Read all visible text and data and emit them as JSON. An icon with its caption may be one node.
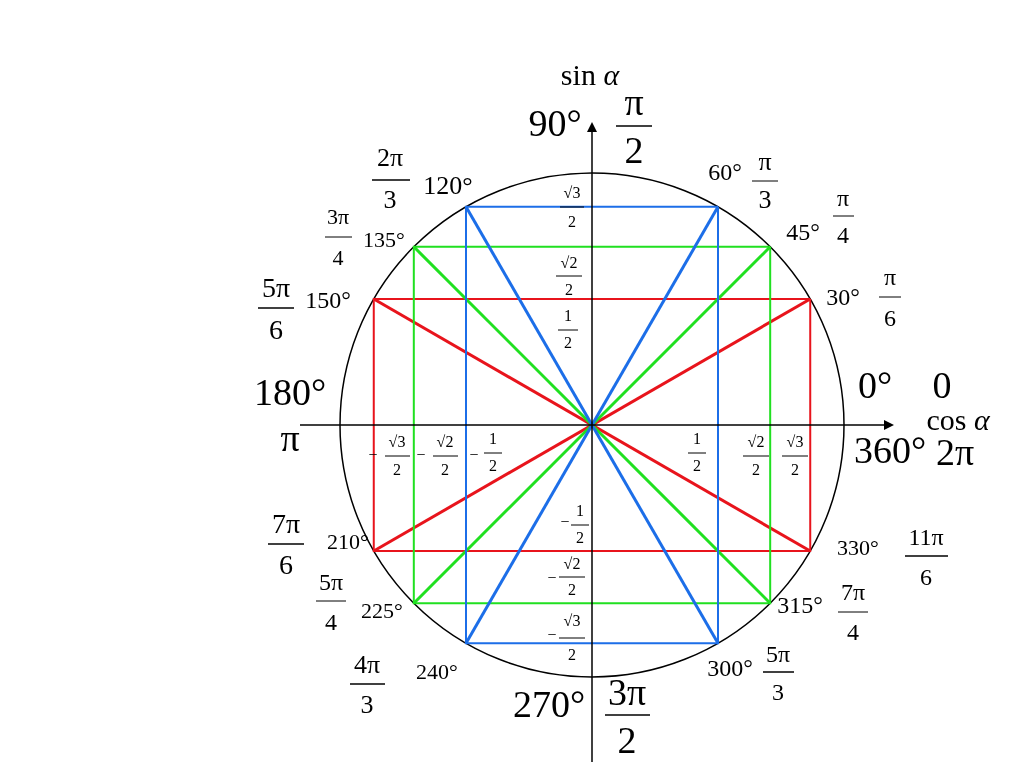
{
  "diagram": {
    "labels": [
      "sin *α*",
      "90°",
      "π",
      "2",
      "60°",
      "π",
      "3",
      "2π",
      "3",
      "120°",
      "3π",
      "4",
      "135°",
      "45°",
      "π",
      "4",
      "5π",
      "6",
      "150°",
      "30°",
      "π",
      "6",
      "180°",
      "π",
      "0°",
      "0",
      "cos *α*",
      "360°",
      "2π",
      "√3",
      "2",
      "√2",
      "2",
      "1",
      "2",
      "−",
      "√3",
      "2",
      "−",
      "√2",
      "2",
      "−",
      "1",
      "2",
      "1",
      "2",
      "√2",
      "2",
      "√3",
      "2",
      "−",
      "1",
      "2",
      "−",
      "√2",
      "2",
      "−",
      "√3",
      "2",
      "7π",
      "6",
      "210°",
      "330°",
      "11π",
      "5π",
      "6",
      "4",
      "225°",
      "315°",
      "7π",
      "4",
      "4π",
      "3",
      "240°",
      "300°",
      "5π",
      "3",
      "270°",
      "3π",
      "2"
    ]
  }
}
